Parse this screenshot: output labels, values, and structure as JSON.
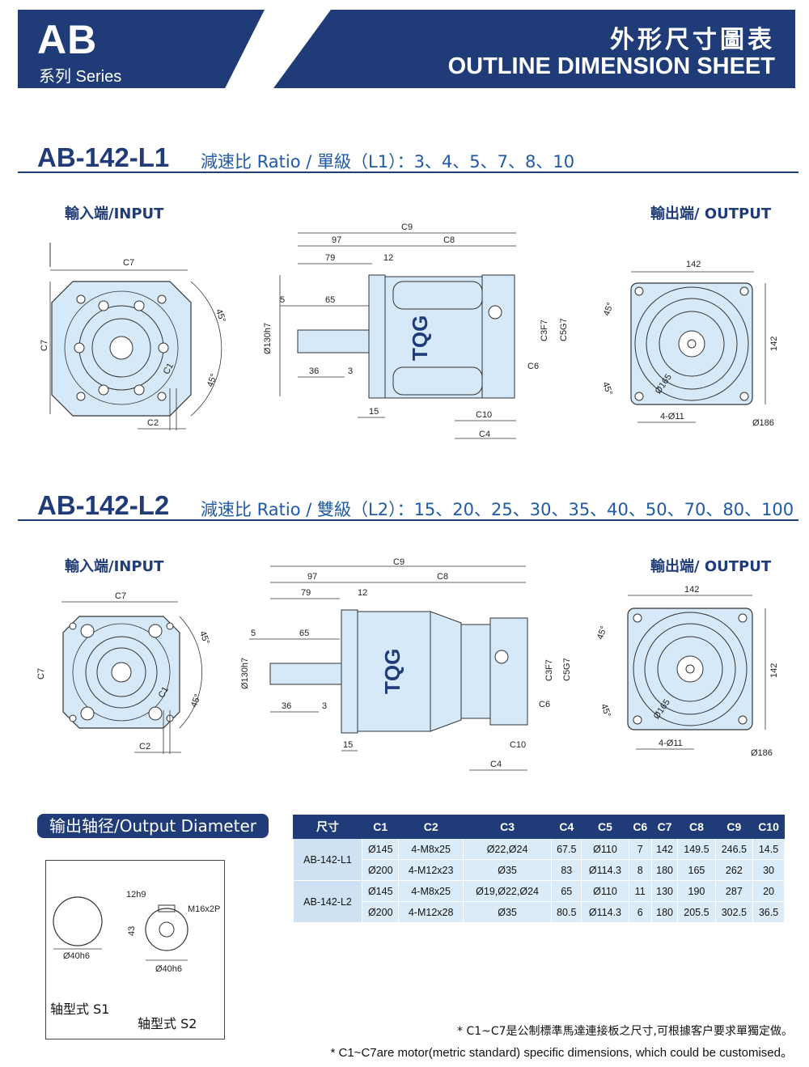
{
  "header": {
    "series_code": "AB",
    "series_label": "系列 Series",
    "title_cn": "外形尺寸圖表",
    "title_en": "OUTLINE DIMENSION SHEET"
  },
  "sections": [
    {
      "model": "AB-142-L1",
      "ratio": "減速比 Ratio / 單級（L1）：3、4、5、7、8、10",
      "input_label": "輸入端/INPUT",
      "output_label": "輸出端/ OUTPUT",
      "dims": {
        "c9": "C9",
        "d97": "97",
        "c8": "C8",
        "d79": "79",
        "d12": "12",
        "d5": "5",
        "d65": "65",
        "d130": "Ø130h7",
        "d36": "36",
        "d3": "3",
        "d15": "15",
        "c10": "C10",
        "c4": "C4",
        "c3": "C3F7",
        "c5": "C5G7",
        "c6": "C6",
        "c7": "C7",
        "c2": "C2",
        "c1": "C1",
        "a45a": "45°",
        "a45b": "45°",
        "d142a": "142",
        "d142b": "142",
        "d165": "Ø165",
        "hole": "4-Ø11",
        "d186": "Ø186",
        "logo": "TQG"
      }
    },
    {
      "model": "AB-142-L2",
      "ratio": "減速比 Ratio / 雙級（L2）：15、20、25、30、35、40、50、70、80、100",
      "input_label": "輸入端/INPUT",
      "output_label": "輸出端/ OUTPUT",
      "dims": {
        "c9": "C9",
        "d97": "97",
        "c8": "C8",
        "d79": "79",
        "d12": "12",
        "d5": "5",
        "d65": "65",
        "d130": "Ø130h7",
        "d36": "36",
        "d3": "3",
        "d15": "15",
        "c10": "C10",
        "c4": "C4",
        "c3": "C3F7",
        "c5": "C5G7",
        "c6": "C6",
        "c7": "C7",
        "c2": "C2",
        "c1": "C1",
        "a45a": "45°",
        "a45b": "45°",
        "d142a": "142",
        "d142b": "142",
        "d165": "Ø165",
        "hole": "4-Ø11",
        "d186": "Ø186",
        "logo": "TQG"
      }
    }
  ],
  "output_diameter": {
    "title": "输出轴径/Output Diameter",
    "s1_dia": "Ø40h6",
    "s2_key": "12h9",
    "s2_thread": "M16x2P",
    "s2_height": "43",
    "s2_dia": "Ø40h6",
    "s1_label": "轴型式 S1",
    "s2_label": "轴型式 S2"
  },
  "table": {
    "headers": [
      "尺寸",
      "C1",
      "C2",
      "C3",
      "C4",
      "C5",
      "C6",
      "C7",
      "C8",
      "C9",
      "C10"
    ],
    "groups": [
      {
        "model": "AB-142-L1",
        "rows": [
          [
            "Ø145",
            "4-M8x25",
            "Ø22,Ø24",
            "67.5",
            "Ø110",
            "7",
            "142",
            "149.5",
            "246.5",
            "14.5"
          ],
          [
            "Ø200",
            "4-M12x23",
            "Ø35",
            "83",
            "Ø114.3",
            "8",
            "180",
            "165",
            "262",
            "30"
          ]
        ]
      },
      {
        "model": "AB-142-L2",
        "rows": [
          [
            "Ø145",
            "4-M8x25",
            "Ø19,Ø22,Ø24",
            "65",
            "Ø110",
            "11",
            "130",
            "190",
            "287",
            "20"
          ],
          [
            "Ø200",
            "4-M12x28",
            "Ø35",
            "80.5",
            "Ø114.3",
            "6",
            "180",
            "205.5",
            "302.5",
            "36.5"
          ]
        ]
      }
    ]
  },
  "notes": {
    "cn": "* C1~C7是公制標準馬達連接板之尺寸,可根據客户要求單獨定做。",
    "en": "* C1~C7are motor(metric standard) specific dimensions, which could be customised。"
  },
  "colors": {
    "brand_navy": "#1f3b78",
    "drawing_fill": "#d6e9f8",
    "table_fill": "#dcebf8"
  }
}
